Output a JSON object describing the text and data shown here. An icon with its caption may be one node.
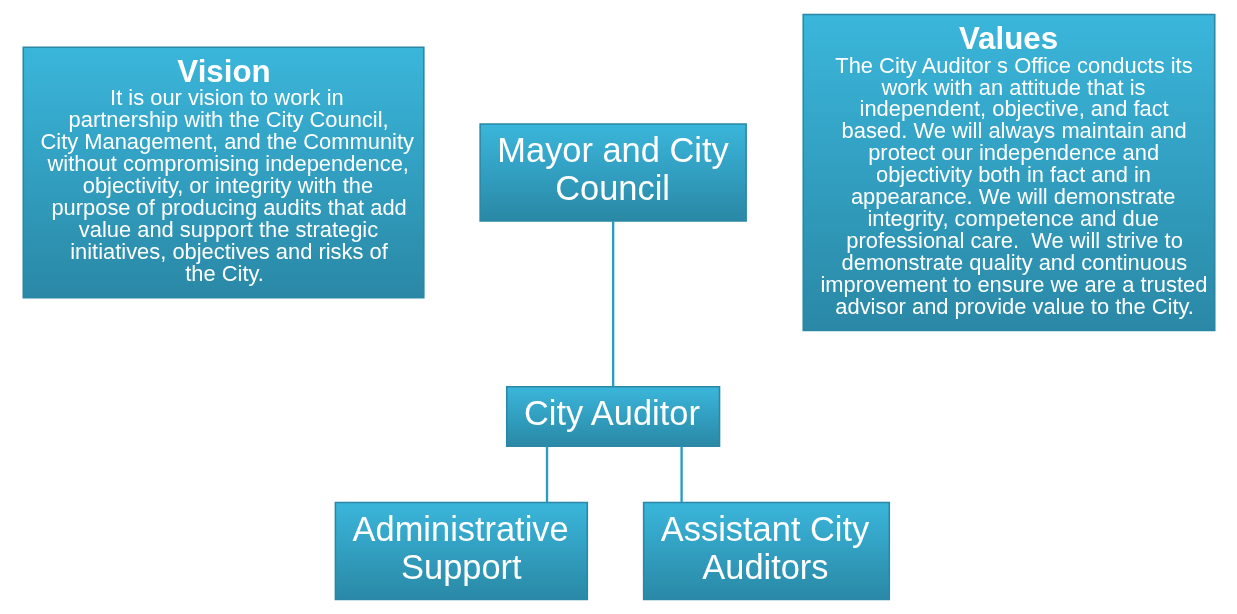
{
  "diagram": {
    "nodes": [
      {
        "text": [
          "Vision",
          "It is our vision to work in partnership with the City Council, City Management, and the Community without compromising independence, objectivity, or integrity with the purpose of producing audits that add value and support the strategic initiatives, objectives and risks of the City."
        ]
      },
      {
        "text": [
          "Mayor and City Council"
        ]
      },
      {
        "text": [
          "City Auditor"
        ]
      },
      {
        "text": [
          "Administrative Support"
        ]
      },
      {
        "text": [
          "Assistant City Auditors"
        ]
      },
      {
        "text": [
          "Values",
          "The City Auditor s Office conducts its work with an attitude that is independent, objective, and fact based. We will always maintain and protect our independence and objectivity both in fact and in appearance. We will demonstrate integrity, competence and due professional care.  We will strive to demonstrate quality and continuous improvement to ensure we are a trusted advisor and provide value to the City."
        ]
      }
    ],
    "edges": [
      {
        "from": 1,
        "to": 2,
        "arrow": "none"
      },
      {
        "from": 2,
        "to": 3,
        "arrow": "none"
      },
      {
        "from": 2,
        "to": 4,
        "arrow": "none"
      }
    ]
  }
}
